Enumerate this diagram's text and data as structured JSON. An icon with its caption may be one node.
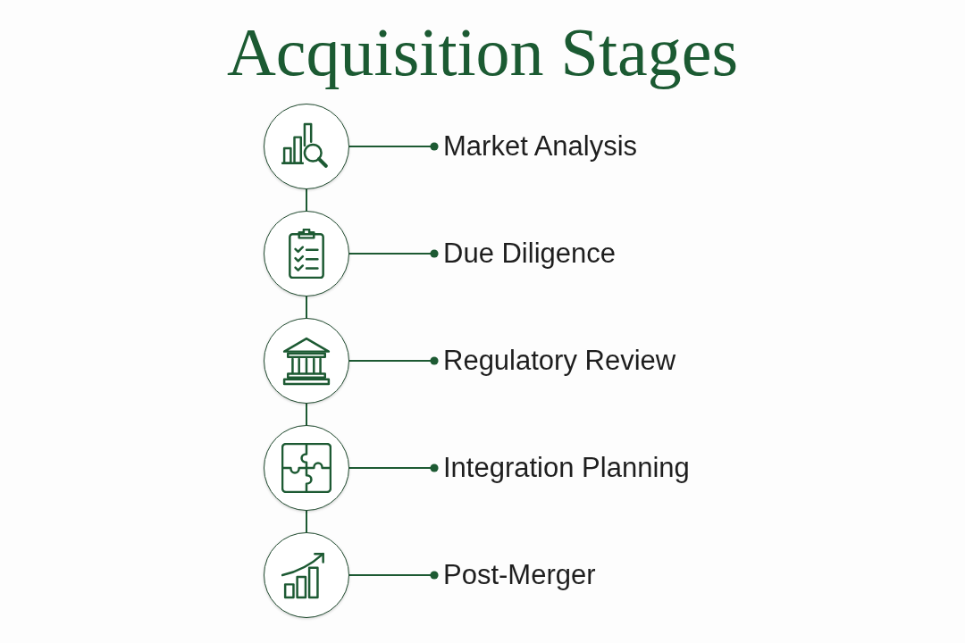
{
  "diagram": {
    "title": "Acquisition Stages",
    "nodes": [
      {
        "text": [],
        "shape": "circle"
      },
      {
        "text": [
          "Market Analysis"
        ]
      },
      {
        "text": [],
        "shape": "circle"
      },
      {
        "text": [
          "Due Diligence"
        ]
      },
      {
        "text": [],
        "shape": "circle"
      },
      {
        "text": [
          "Regulatory Review"
        ]
      },
      {
        "text": [],
        "shape": "circle"
      },
      {
        "text": [
          "Integration Planning"
        ]
      },
      {
        "text": [],
        "shape": "circle"
      },
      {
        "text": [
          "Post-Merger"
        ]
      }
    ],
    "edges": [
      {
        "from": 0,
        "to": 1,
        "arrow": "other"
      },
      {
        "from": 0,
        "to": 2,
        "arrow": "none"
      },
      {
        "from": 2,
        "to": 3,
        "arrow": "other"
      },
      {
        "from": 2,
        "to": 4,
        "arrow": "none"
      },
      {
        "from": 4,
        "to": 5,
        "arrow": "other"
      },
      {
        "from": 4,
        "to": 6,
        "arrow": "none"
      },
      {
        "from": 6,
        "to": 7,
        "arrow": "other"
      },
      {
        "from": 6,
        "to": 8,
        "arrow": "none"
      },
      {
        "from": 8,
        "to": 9,
        "arrow": "other"
      }
    ]
  }
}
